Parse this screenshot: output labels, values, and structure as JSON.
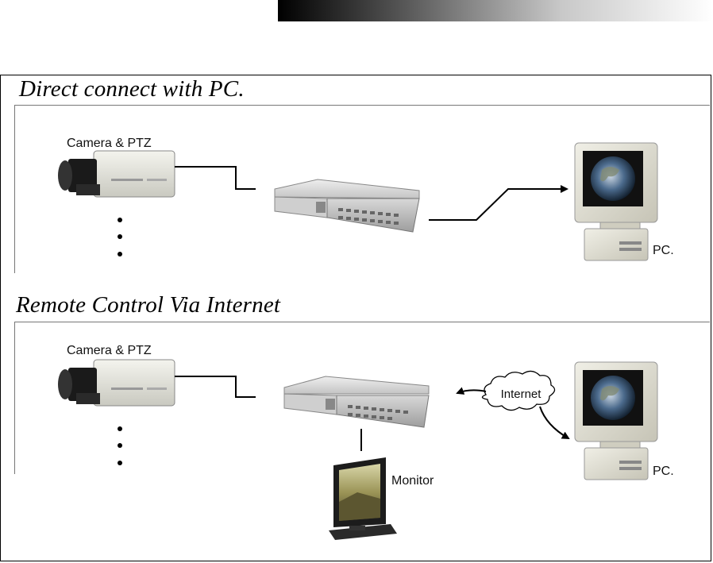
{
  "sections": [
    {
      "title": "Direct connect with PC.",
      "camera_label": "Camera & PTZ",
      "pc_label": "PC."
    },
    {
      "title": "Remote Control Via Internet",
      "camera_label": "Camera & PTZ",
      "pc_label": "PC.",
      "internet_label": "Internet",
      "monitor_label": "Monitor"
    }
  ]
}
